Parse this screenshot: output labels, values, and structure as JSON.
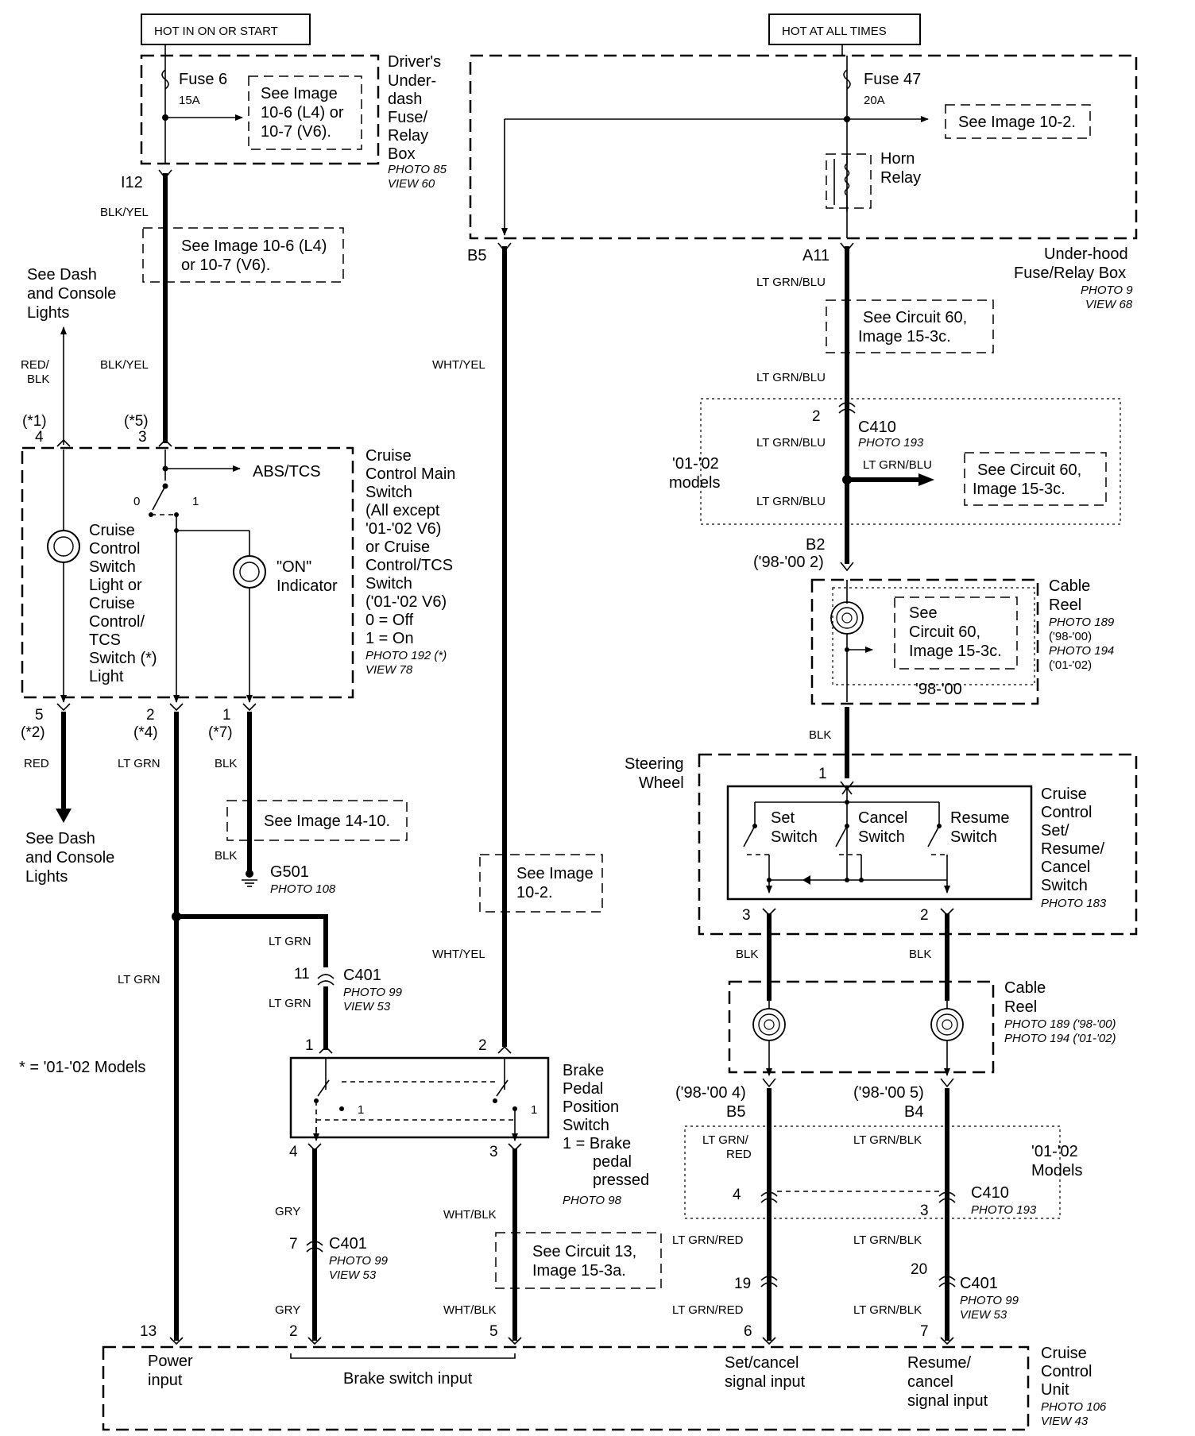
{
  "power": {
    "hot_run": "HOT IN ON OR START",
    "hot_always": "HOT AT ALL TIMES"
  },
  "fuse6": {
    "name": "Fuse 6",
    "rating": "15A",
    "ref1": "See Image",
    "ref2": "10-6 (L4) or",
    "ref3": "10-7 (V6)."
  },
  "fuse47": {
    "name": "Fuse 47",
    "rating": "20A",
    "ref": "See Image 10-2."
  },
  "driver_box": {
    "l1": "Driver's",
    "l2": "Under-",
    "l3": "dash",
    "l4": "Fuse/",
    "l5": "Relay",
    "l6": "Box",
    "photo": "PHOTO 85",
    "view": "VIEW 60"
  },
  "underhood_box": {
    "l1": "Under-hood",
    "l2": "Fuse/Relay Box",
    "photo": "PHOTO 9",
    "view": "VIEW 68"
  },
  "horn_relay": {
    "l1": "Horn",
    "l2": "Relay"
  },
  "terminals": {
    "i12": "I12",
    "b5": "B5",
    "a11": "A11",
    "b2": "B2",
    "b2_sub": "('98-'00 2)",
    "b5_low": "B5",
    "b5_low_sub": "('98-'00 4)",
    "b4": "B4",
    "b4_sub": "('98-'00 5)"
  },
  "wires": {
    "blk_yel": "BLK/YEL",
    "red_blk_1": "RED/",
    "red_blk_2": "BLK",
    "wht_yel": "WHT/YEL",
    "lt_grn_blu": "LT GRN/BLU",
    "red": "RED",
    "lt_grn": "LT GRN",
    "blk": "BLK",
    "gry": "GRY",
    "wht_blk": "WHT/BLK",
    "lt_grn_red": "LT GRN/RED",
    "lt_grn_red_a": "LT GRN/",
    "lt_grn_red_b": "RED",
    "lt_grn_blk": "LT GRN/BLK"
  },
  "refs": {
    "image_10_6_a": "See Image 10-6 (L4)",
    "image_10_6_b": "or 10-7 (V6).",
    "circuit60_a": "See Circuit 60,",
    "circuit60_b": "Image 15-3c.",
    "circuit60_c": "See Circuit 60,",
    "circuit60_d": "Image 15-3c.",
    "reel_ref_1": "See",
    "reel_ref_2": "Circuit 60,",
    "reel_ref_3": "Image 15-3c.",
    "reel_years": "'98-'00",
    "image_14_10": "See Image 14-10.",
    "image_10_2_a": "See Image",
    "image_10_2_b": "10-2.",
    "circuit13_a": "See Circuit 13,",
    "circuit13_b": "Image 15-3a."
  },
  "dash_lights": {
    "l1": "See Dash",
    "l2": "and Console",
    "l3": "Lights"
  },
  "main_switch": {
    "abs": "ABS/TCS",
    "pos0": "0",
    "pos1": "1",
    "light_1": "Cruise",
    "light_2": "Control",
    "light_3": "Switch",
    "light_4": "Light or",
    "light_5": "Cruise",
    "light_6": "Control/",
    "light_7": "TCS",
    "light_8": "Switch (*)",
    "light_9": "Light",
    "on_1": "\"ON\"",
    "on_2": "Indicator",
    "t1": "Cruise",
    "t2": "Control Main",
    "t3": "Switch",
    "t4": "(All except",
    "t5": "'01-'02 V6)",
    "t6": "or Cruise",
    "t7": "Control/TCS",
    "t8": "Switch",
    "t9": "('01-'02 V6)",
    "t10": "0 = Off",
    "t11": "1 = On",
    "photo": "PHOTO 192 (*)",
    "view": "VIEW 78"
  },
  "pins": {
    "p4_top": "4",
    "p4_top_note": "(*1)",
    "p3_top": "3",
    "p3_top_note": "(*5)",
    "p5": "5",
    "p5_note": "(*2)",
    "p2": "2",
    "p2_note": "(*4)",
    "p1": "1",
    "p1_note": "(*7)"
  },
  "g501": {
    "name": "G501",
    "photo": "PHOTO 108"
  },
  "c410_top": {
    "pin": "2",
    "name": "C410",
    "photo": "PHOTO 193",
    "models_1": "'01-'02",
    "models_2": "models"
  },
  "cable_reel_1": {
    "l1": "Cable",
    "l2": "Reel",
    "p1": "PHOTO 189",
    "p1y": "('98-'00)",
    "p2": "PHOTO 194",
    "p2y": "('01-'02)"
  },
  "steering": {
    "l1": "Steering",
    "l2": "Wheel"
  },
  "set_switch": {
    "set_1": "Set",
    "set_2": "Switch",
    "cancel_1": "Cancel",
    "cancel_2": "Switch",
    "resume_1": "Resume",
    "resume_2": "Switch",
    "t1": "Cruise",
    "t2": "Control",
    "t3": "Set/",
    "t4": "Resume/",
    "t5": "Cancel",
    "t6": "Switch",
    "photo": "PHOTO 183",
    "pin1": "1",
    "pin3": "3",
    "pin2": "2"
  },
  "cable_reel_2": {
    "l1": "Cable",
    "l2": "Reel",
    "p1": "PHOTO 189 ('98-'00)",
    "p2": "PHOTO 194 ('01-'02)"
  },
  "c410_low": {
    "pin4": "4",
    "pin3": "3",
    "name": "C410",
    "photo": "PHOTO 193",
    "models_1": "'01-'02",
    "models_2": "Models"
  },
  "c401_a": {
    "pin": "11",
    "name": "C401",
    "photo": "PHOTO 99",
    "view": "VIEW 53"
  },
  "c401_b": {
    "pin": "7",
    "name": "C401",
    "photo": "PHOTO 99",
    "view": "VIEW 53"
  },
  "c401_c": {
    "pin19": "19",
    "pin20": "20",
    "name": "C401",
    "photo": "PHOTO 99",
    "view": "VIEW 53"
  },
  "footnote": "* = '01-'02 Models",
  "brake": {
    "pin1": "1",
    "pin2": "2",
    "pin4": "4",
    "pin3": "3",
    "sw1": "1",
    "sw2": "1",
    "t1": "Brake",
    "t2": "Pedal",
    "t3": "Position",
    "t4": "Switch",
    "t5": "1 = Brake",
    "t6": "pedal",
    "t7": "pressed",
    "photo": "PHOTO 98"
  },
  "unit": {
    "p13": "13",
    "p2": "2",
    "p5": "5",
    "p6": "6",
    "p7": "7",
    "power_1": "Power",
    "power_2": "input",
    "brake_in": "Brake switch input",
    "set_1": "Set/cancel",
    "set_2": "signal input",
    "res_1": "Resume/",
    "res_2": "cancel",
    "res_3": "signal input",
    "t1": "Cruise",
    "t2": "Control",
    "t3": "Unit",
    "photo": "PHOTO 106",
    "view": "VIEW 43"
  }
}
